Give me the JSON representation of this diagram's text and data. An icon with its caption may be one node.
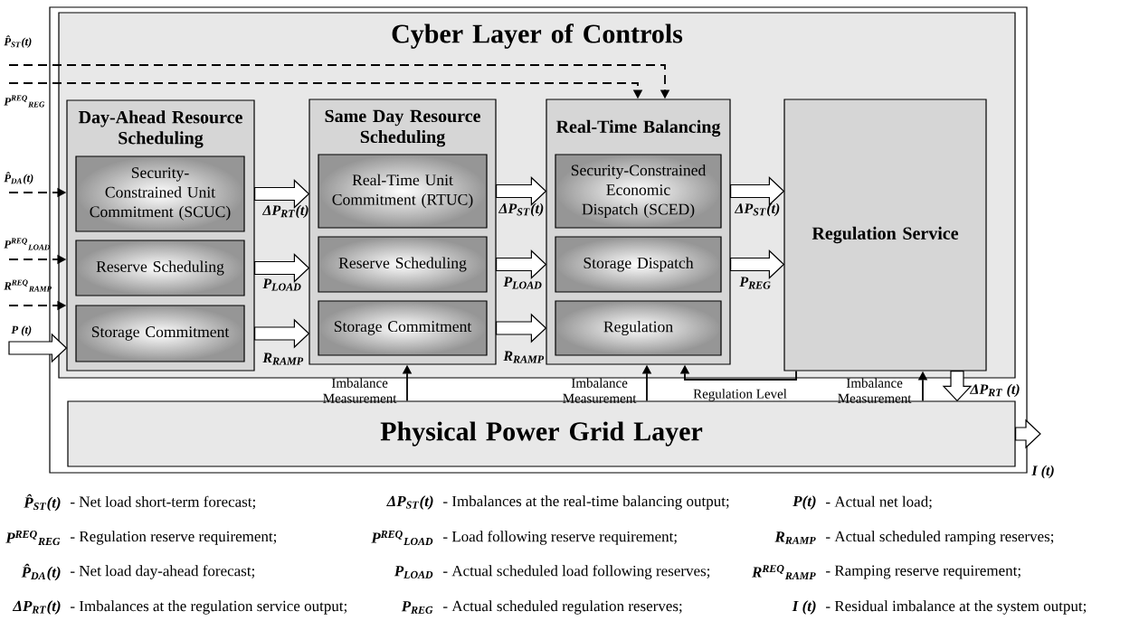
{
  "diagram": {
    "nodes": [
      {
        "text": [
          "Cyber Layer of Controls"
        ]
      },
      {
        "text": [
          "Day-Ahead Resource Scheduling"
        ],
        "in": 0
      },
      {
        "text": [
          "Security-Constrained Unit Commitment (SCUC)"
        ],
        "in": 1
      },
      {
        "text": [
          "Reserve Scheduling"
        ],
        "in": 1
      },
      {
        "text": [
          "Storage Commitment"
        ],
        "in": 1
      },
      {
        "text": [
          "Same Day Resource Scheduling"
        ],
        "in": 0
      },
      {
        "text": [
          "Real-Time Unit Commitment (RTUC)"
        ],
        "in": 5
      },
      {
        "text": [
          "Reserve Scheduling"
        ],
        "in": 5
      },
      {
        "text": [
          "Storage Commitment"
        ],
        "in": 5
      },
      {
        "text": [
          "Real-Time Balancing"
        ],
        "in": 0
      },
      {
        "text": [
          "Security-Constrained Economic Dispatch (SCED)"
        ],
        "in": 9
      },
      {
        "text": [
          "Storage Dispatch"
        ],
        "in": 9
      },
      {
        "text": [
          "Regulation"
        ],
        "in": 9
      },
      {
        "text": [
          "Regulation Service"
        ],
        "in": 0
      },
      {
        "text": [
          "Physical Power Grid Layer"
        ]
      }
    ],
    "edges": [
      {
        "from": null,
        "to": 9,
        "arrow": "to",
        "style": "dashed",
        "label": "P̂$_{ST}$(t)"
      },
      {
        "from": null,
        "to": 9,
        "arrow": "to",
        "style": "dashed",
        "label": "P$^{REQ}$$_{REG}$"
      },
      {
        "from": null,
        "to": 1,
        "arrow": "to",
        "style": "dashed",
        "label": "P̂$_{DA}$(t)"
      },
      {
        "from": null,
        "to": 1,
        "arrow": "to",
        "style": "dashed",
        "label": "P$^{REQ}$$_{LOAD}$"
      },
      {
        "from": null,
        "to": 1,
        "arrow": "to",
        "style": "dashed",
        "label": "R$^{REQ}$$_{RAMP}$"
      },
      {
        "from": null,
        "to": 1,
        "arrow": "to",
        "style": "thick",
        "label": "P (t)"
      },
      {
        "from": 2,
        "to": 6,
        "arrow": "to",
        "style": "thick",
        "label": "ΔP$_{RT}$(t)"
      },
      {
        "from": 3,
        "to": 7,
        "arrow": "to",
        "style": "thick",
        "label": "P$_{LOAD}$"
      },
      {
        "from": 4,
        "to": 8,
        "arrow": "to",
        "style": "thick",
        "label": "R$_{RAMP}$"
      },
      {
        "from": 6,
        "to": 10,
        "arrow": "to",
        "style": "thick",
        "label": "ΔP$_{ST}$(t)"
      },
      {
        "from": 7,
        "to": 11,
        "arrow": "to",
        "style": "thick",
        "label": "P$_{LOAD}$"
      },
      {
        "from": 8,
        "to": 12,
        "arrow": "to",
        "style": "thick",
        "label": "R$_{RAMP}$"
      },
      {
        "from": 10,
        "to": 13,
        "arrow": "to",
        "style": "thick",
        "label": "ΔP$_{ST}$(t)"
      },
      {
        "from": 11,
        "to": 13,
        "arrow": "to",
        "style": "thick",
        "label": "P$_{REG}$"
      },
      {
        "from": 14,
        "to": 5,
        "arrow": "to",
        "label": "Imbalance Measurement"
      },
      {
        "from": 14,
        "to": 9,
        "arrow": "to",
        "label": "Imbalance Measurement"
      },
      {
        "from": 13,
        "to": 9,
        "arrow": "to",
        "label": "Regulation Level"
      },
      {
        "from": 14,
        "to": 13,
        "arrow": "to",
        "label": "Imbalance Measurement"
      },
      {
        "from": 13,
        "to": 14,
        "arrow": "to",
        "style": "thick",
        "label": "ΔP$_{RT}$ (t)"
      },
      {
        "from": 14,
        "to": null,
        "arrow": "to",
        "style": "thick",
        "label": "I (t)"
      }
    ],
    "labels": [
      "P̂$_{ST}$(t)",
      "- Net load short-term forecast;",
      "ΔP$_{ST}$(t)",
      "- Imbalances at the real-time balancing output;",
      "P(t)",
      "- Actual net load;",
      "P$^{REQ}$$_{REG}$",
      "- Regulation reserve requirement;",
      "P$^{REQ}$$_{LOAD}$",
      "- Load following reserve requirement;",
      "R$_{RAMP}$",
      "- Actual scheduled ramping reserves;",
      "P̂$_{DA}$(t)",
      "- Net load day-ahead forecast;",
      "P$_{LOAD}$",
      "- Actual scheduled load following reserves;",
      "R$^{REQ}$$_{RAMP}$",
      "- Ramping reserve requirement;",
      "ΔP$_{RT}$(t)",
      "- Imbalances at the regulation service output;",
      "P$_{REG}$",
      "- Actual scheduled regulation reserves;",
      "I (t)",
      "- Residual imbalance at the system output;"
    ]
  }
}
